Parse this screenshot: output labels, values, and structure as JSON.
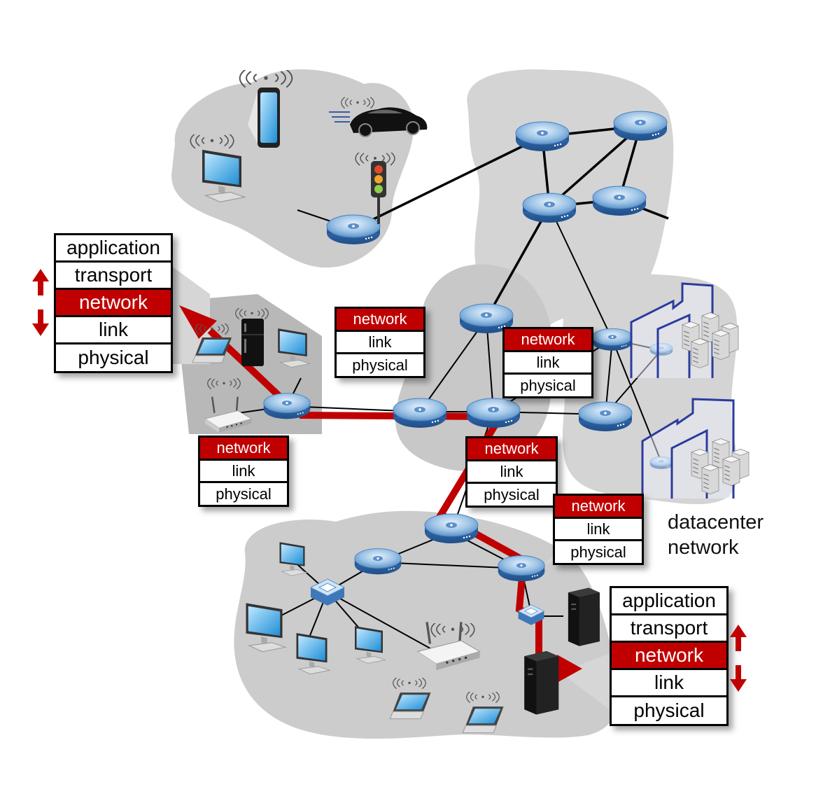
{
  "stacks": {
    "source_host": [
      "application",
      "transport",
      "network",
      "link",
      "physical"
    ],
    "dest_host": [
      "application",
      "transport",
      "network",
      "link",
      "physical"
    ],
    "router_1": [
      "network",
      "link",
      "physical"
    ],
    "router_2": [
      "network",
      "link",
      "physical"
    ],
    "router_3": [
      "network",
      "link",
      "physical"
    ],
    "router_4": [
      "network",
      "link",
      "physical"
    ],
    "router_5": [
      "network",
      "link",
      "physical"
    ]
  },
  "highlight_layer": "network",
  "datacenter_label": [
    "datacenter",
    "network"
  ],
  "colors": {
    "path": "#c00000",
    "highlight": "#c00000",
    "cloud": "#cccccc",
    "router": "#2e67a8",
    "building": "#2b3c9c"
  },
  "icons": [
    "router-icon",
    "switch-icon",
    "laptop-icon",
    "desktop-icon",
    "phone-icon",
    "car-icon",
    "traffic-light-icon",
    "server-icon",
    "wifi-access-point-icon",
    "refrigerator-icon",
    "building-icon"
  ]
}
